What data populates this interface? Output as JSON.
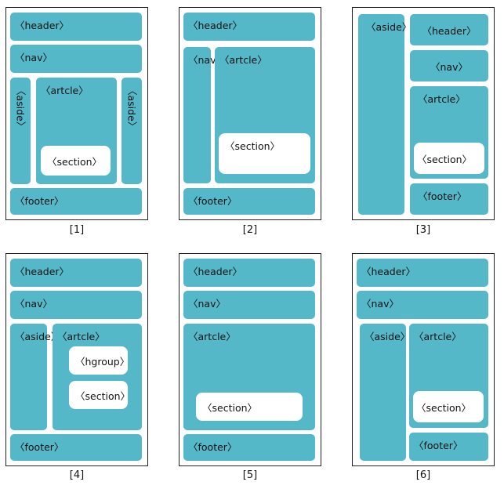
{
  "labels": {
    "header": "〈header〉",
    "nav": "〈nav〉",
    "aside": "〈aside〉",
    "artcle": "〈artcle〉",
    "section": "〈section〉",
    "hgroup": "〈hgroup〉",
    "footer": "〈footer〉"
  },
  "captions": [
    "[1]",
    "[2]",
    "[3]",
    "[4]",
    "[5]",
    "[6]"
  ],
  "colors": {
    "block": "#55b8c8",
    "inner": "#ffffff",
    "border": "#222222"
  }
}
